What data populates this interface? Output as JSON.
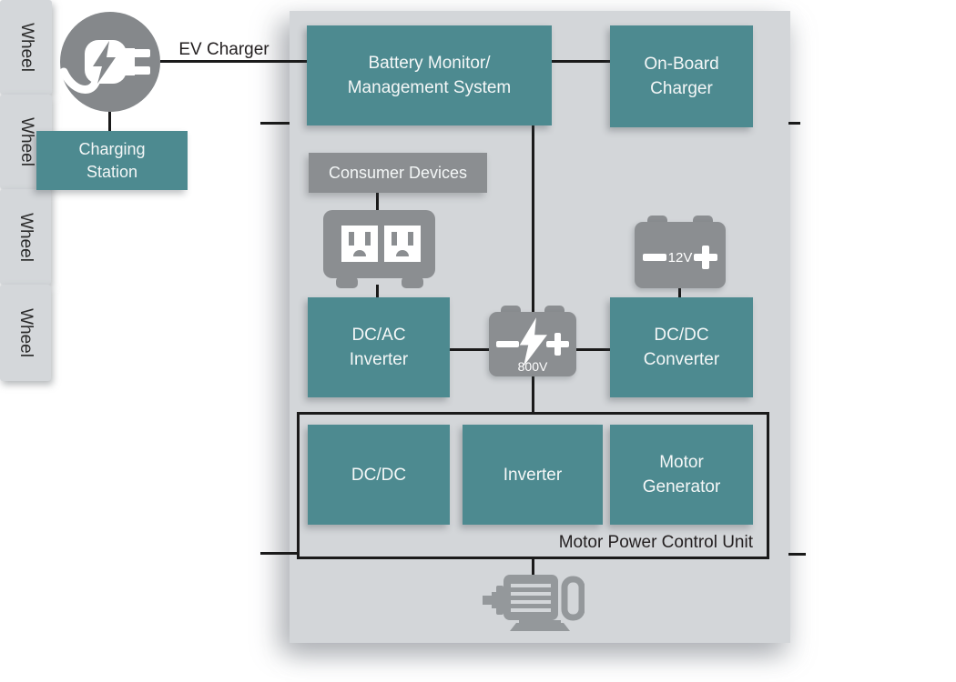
{
  "colors": {
    "teal": "#4d8a90",
    "panel_gray": "#d3d6d9",
    "mid_gray": "#8b8e91",
    "line_black": "#1a1a1a"
  },
  "labels": {
    "ev_charger": "EV Charger",
    "wheel_front_left": "Wheel",
    "wheel_front_right": "Wheel",
    "wheel_rear_left": "Wheel",
    "wheel_rear_right": "Wheel"
  },
  "nodes": {
    "charging_station": {
      "line1": "Charging",
      "line2": "Station"
    },
    "battery_monitor": {
      "line1": "Battery Monitor/",
      "line2": "Management System"
    },
    "on_board_charger": {
      "line1": "On-Board",
      "line2": "Charger"
    },
    "consumer_devices": {
      "label": "Consumer Devices"
    },
    "dc_ac_inverter": {
      "line1": "DC/AC",
      "line2": "Inverter"
    },
    "dc_dc_converter": {
      "line1": "DC/DC",
      "line2": "Converter"
    },
    "main_battery": {
      "voltage": "800V"
    },
    "aux_battery": {
      "voltage": "12V"
    },
    "motor_power_control_unit": {
      "label": "Motor Power Control Unit",
      "dc_dc": "DC/DC",
      "inverter": "Inverter",
      "motor_generator_line1": "Motor",
      "motor_generator_line2": "Generator"
    }
  },
  "icons": {
    "ev_plug": "ev-charging-plug-icon",
    "power_outlet": "power-outlet-icon",
    "main_battery": "high-voltage-battery-icon",
    "aux_battery": "aux-12v-battery-icon",
    "motor": "electric-motor-icon"
  }
}
